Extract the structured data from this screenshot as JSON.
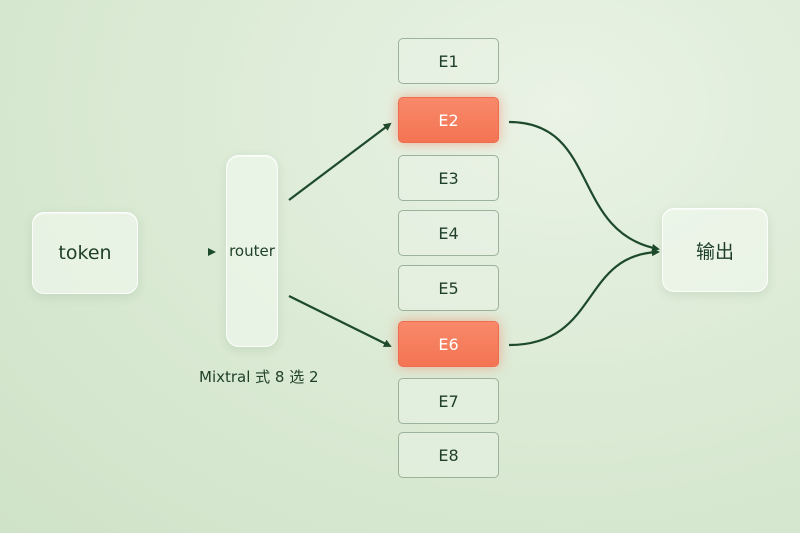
{
  "nodes": {
    "input": "token",
    "router": "router",
    "output": "输出"
  },
  "experts": [
    {
      "label": "E1",
      "selected": false
    },
    {
      "label": "E2",
      "selected": true
    },
    {
      "label": "E3",
      "selected": false
    },
    {
      "label": "E4",
      "selected": false
    },
    {
      "label": "E5",
      "selected": false
    },
    {
      "label": "E6",
      "selected": true
    },
    {
      "label": "E7",
      "selected": false
    },
    {
      "label": "E8",
      "selected": false
    }
  ],
  "caption": "Mixtral 式 8 选 2",
  "colors": {
    "arrow": "#1e4a2c",
    "selected_fill": "#f37a5a",
    "expert_border": "#9bb29b"
  }
}
